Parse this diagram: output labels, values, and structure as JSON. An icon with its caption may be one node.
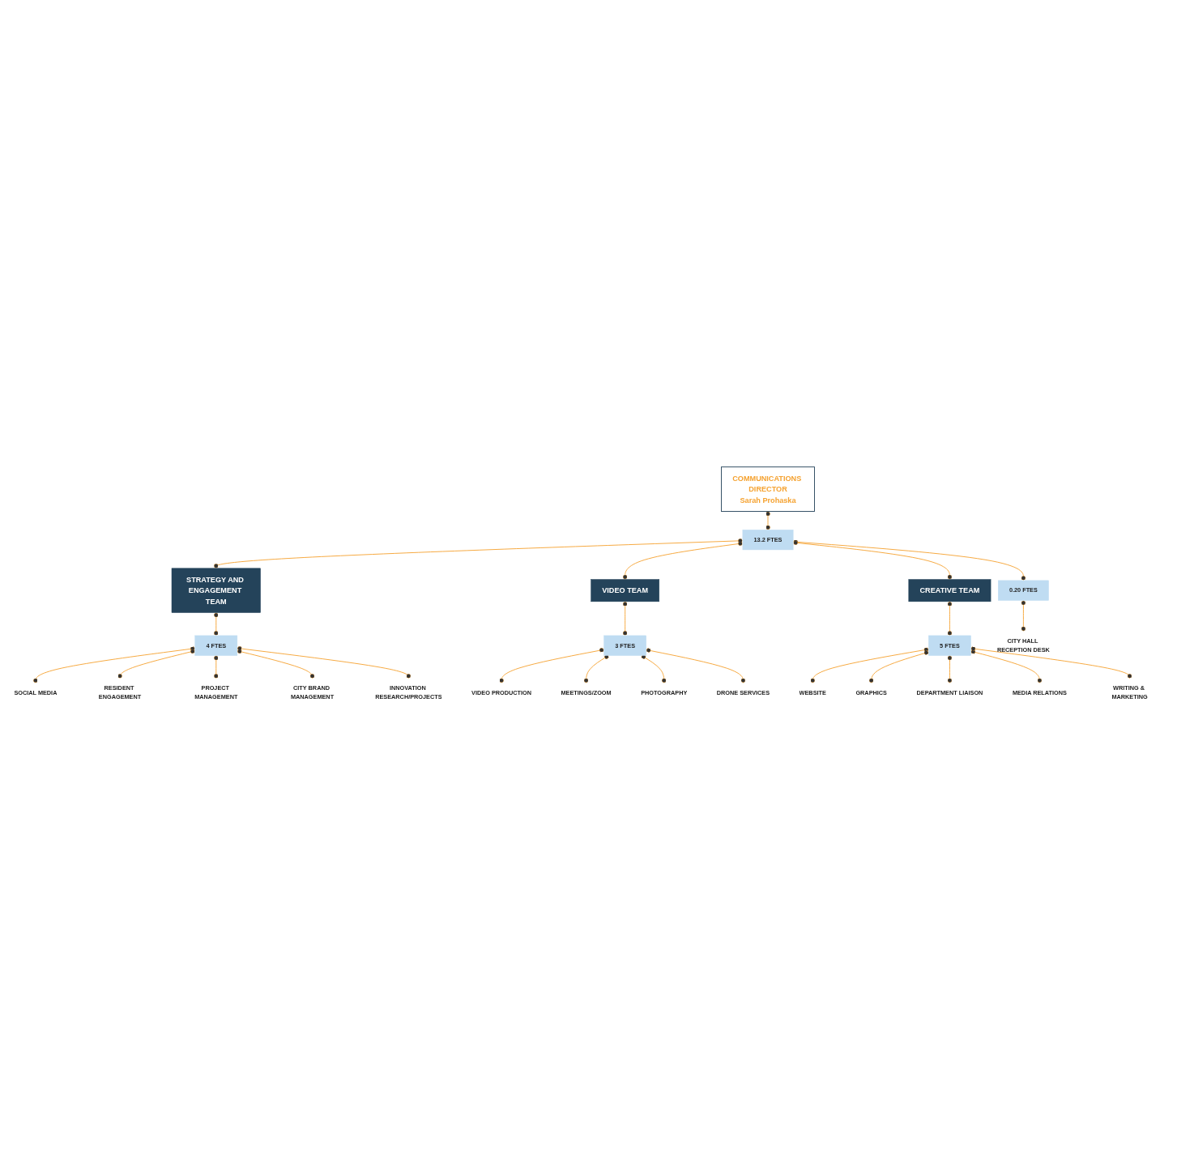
{
  "diagram": {
    "nodes": [
      {
        "text": [
          "COMMUNICATIONS DIRECTOR",
          "Sarah Prohaska"
        ]
      },
      {
        "text": [
          "13.2 FTES"
        ]
      },
      {
        "text": [
          "STRATEGY AND ENGAGEMENT TEAM"
        ]
      },
      {
        "text": [
          "VIDEO TEAM"
        ]
      },
      {
        "text": [
          "CREATIVE TEAM"
        ]
      },
      {
        "text": [
          "4 FTES"
        ]
      },
      {
        "text": [
          "3 FTES"
        ]
      },
      {
        "text": [
          "5 FTES"
        ]
      },
      {
        "text": [
          "SOCIAL MEDIA"
        ]
      },
      {
        "text": [
          "RESIDENT ENGAGEMENT"
        ]
      },
      {
        "text": [
          "PROJECT MANAGEMENT"
        ]
      },
      {
        "text": [
          "CITY BRAND MANAGEMENT"
        ]
      },
      {
        "text": [
          "INNOVATION RESEARCH/PROJECTS"
        ]
      },
      {
        "text": [
          "VIDEO PRODUCTION"
        ]
      },
      {
        "text": [
          "MEETINGS/ZOOM"
        ]
      },
      {
        "text": [
          "PHOTOGRAPHY"
        ]
      },
      {
        "text": [
          "DRONE SERVICES"
        ]
      },
      {
        "text": [
          "WEBSITE"
        ]
      },
      {
        "text": [
          "GRAPHICS"
        ]
      },
      {
        "text": [
          "DEPARTMENT LIAISON"
        ]
      },
      {
        "text": [
          "MEDIA RELATIONS"
        ]
      },
      {
        "text": [
          "WRITING & MARKETING"
        ]
      },
      {
        "text": [
          "0.20 FTES"
        ]
      },
      {
        "text": [
          "CITY HALL RECEPTION DESK"
        ]
      }
    ],
    "edges": [
      {
        "from": 0,
        "to": 1,
        "arrow": "other"
      },
      {
        "from": 1,
        "to": 2,
        "arrow": "other"
      },
      {
        "from": 1,
        "to": 22,
        "arrow": "other"
      },
      {
        "from": 1,
        "to": 3,
        "arrow": "other"
      },
      {
        "from": 1,
        "to": 4,
        "arrow": "other"
      },
      {
        "from": 2,
        "to": 5,
        "arrow": "other"
      },
      {
        "from": 3,
        "to": 6,
        "arrow": "other"
      },
      {
        "from": 4,
        "to": 7,
        "arrow": "other"
      },
      {
        "from": 5,
        "to": 8,
        "arrow": "other"
      },
      {
        "from": 5,
        "to": 9,
        "arrow": "other"
      },
      {
        "from": 5,
        "to": 10,
        "arrow": "other"
      },
      {
        "from": 5,
        "to": 11,
        "arrow": "other"
      },
      {
        "from": 5,
        "to": 12,
        "arrow": "other"
      },
      {
        "from": 6,
        "to": 13,
        "arrow": "other"
      },
      {
        "from": 6,
        "to": 14,
        "arrow": "other"
      },
      {
        "from": 6,
        "to": 15,
        "arrow": "other"
      },
      {
        "from": 6,
        "to": 16,
        "arrow": "other"
      },
      {
        "from": 7,
        "to": 17,
        "arrow": "other"
      },
      {
        "from": 7,
        "to": 18,
        "arrow": "other"
      },
      {
        "from": 7,
        "to": 19,
        "arrow": "other"
      },
      {
        "from": 7,
        "to": 20,
        "arrow": "other"
      },
      {
        "from": 7,
        "to": 21,
        "arrow": "other"
      },
      {
        "from": 22,
        "to": 23,
        "arrow": "other"
      }
    ]
  }
}
